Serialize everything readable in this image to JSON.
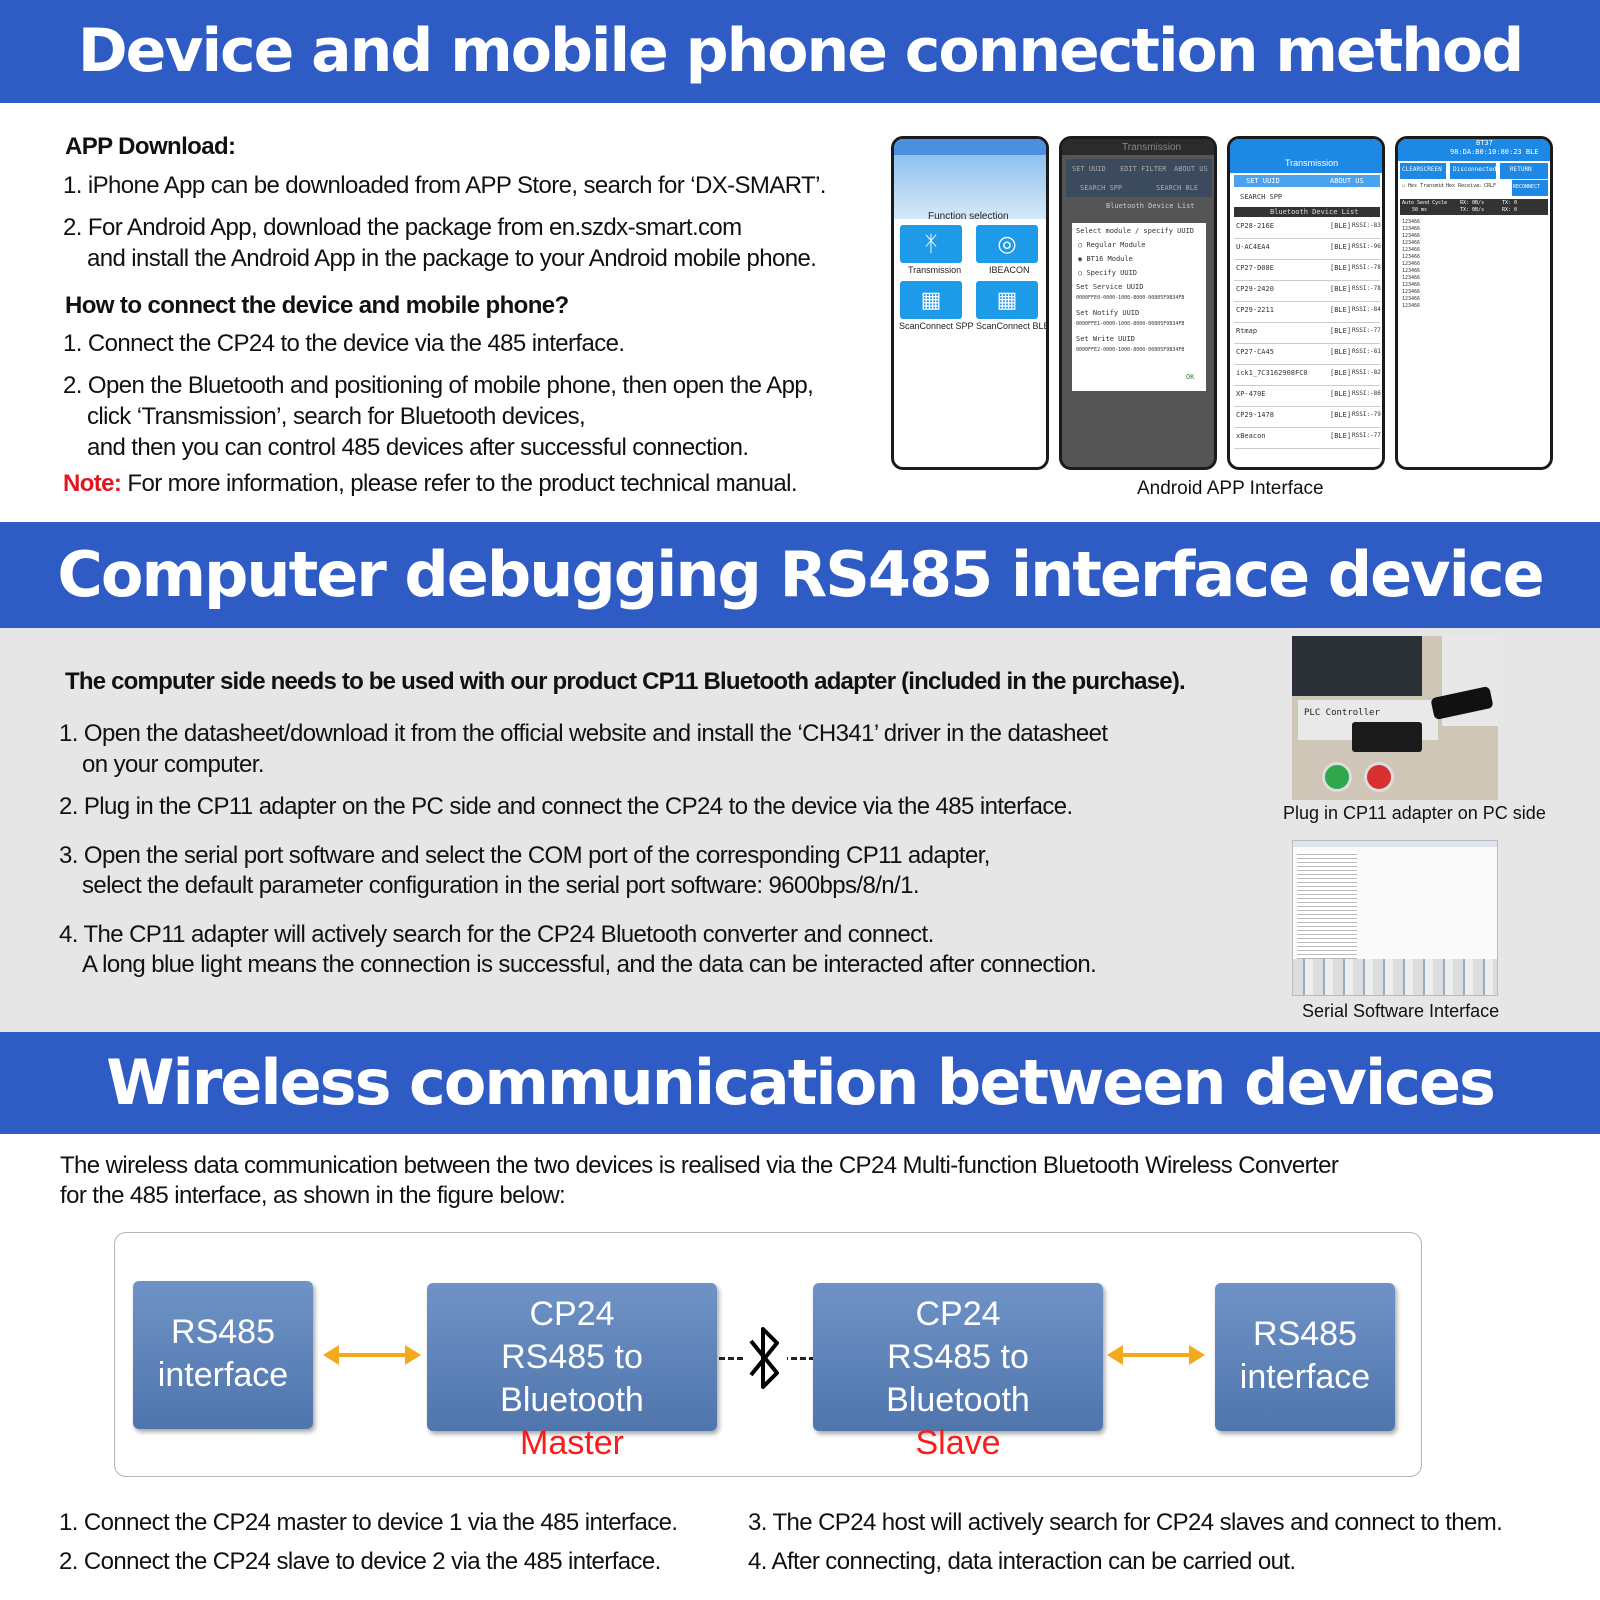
{
  "banners": {
    "device_phone": "Device and mobile phone connection method",
    "computer_debug": "Computer debugging RS485 interface device",
    "wireless": "Wireless communication between devices"
  },
  "section1": {
    "app_download_heading": "APP Download:",
    "app_item1": "1. iPhone App can be downloaded from APP Store, search for ‘DX-SMART’.",
    "app_item2_line1": "2. For Android App, download the package from en.szdx-smart.com",
    "app_item2_line2": "and install the Android App in the package to your Android mobile phone.",
    "connect_heading": "How to connect the device and mobile phone?",
    "connect_item1": "1. Connect the CP24 to the device via the 485 interface.",
    "connect_item2_line1": "2. Open the Bluetooth and positioning of mobile phone, then open the App,",
    "connect_item2_line2": "click ‘Transmission’, search for Bluetooth devices,",
    "connect_item2_line3": "and then you can control 485 devices after successful connection.",
    "note_label": "Note:",
    "note_text": " For more information, please refer to the product technical manual.",
    "android_caption": "Android APP Interface",
    "phone1": {
      "function_selection": "Function selection",
      "transmission": "Transmission",
      "ibeacon": "IBEACON",
      "scan_spp": "ScanConnect SPP",
      "scan_ble": "ScanConnect BLE"
    },
    "phone2": {
      "title": "Transmission",
      "set_uuid": "SET UUID",
      "edit_filter": "EDIT FILTER",
      "about_us": "ABOUT US",
      "search_spp": "SEARCH SPP",
      "search_ble": "SEARCH BLE",
      "list_title": "Bluetooth Device List",
      "dialog_title": "Select module / specify UUID",
      "opt1": "Regular Module",
      "opt2": "BT16 Module",
      "opt3": "Specify UUID",
      "service_uuid_label": "Set Service UUID",
      "service_uuid": "0000FFE0-0000-1000-8000-00805F9B34FB",
      "notify_uuid_label": "Set Notify UUID",
      "notify_uuid": "0000FFE1-0000-1000-8000-00805F9B34FB",
      "write_uuid_label": "Set Write UUID",
      "write_uuid": "0000FFE2-0000-1000-8000-00805F9B34FB",
      "ok": "OK"
    },
    "phone3": {
      "title": "Transmission",
      "set_uuid": "SET UUID",
      "about_us": "ABOUT US",
      "search_spp": "SEARCH SPP",
      "list_title": "Bluetooth Device List",
      "devices": [
        {
          "name": "CP28-216E",
          "tag": "[BLE]",
          "rssi": "RSSI:-83"
        },
        {
          "name": "U-AC4EA4",
          "tag": "[BLE]",
          "rssi": "RSSI:-96"
        },
        {
          "name": "CP27-D08E",
          "tag": "[BLE]",
          "rssi": "RSSI:-78"
        },
        {
          "name": "CP29-2420",
          "tag": "[BLE]",
          "rssi": "RSSI:-78"
        },
        {
          "name": "CP29-2211",
          "tag": "[BLE]",
          "rssi": "RSSI:-84"
        },
        {
          "name": "Rtmap",
          "tag": "[BLE]",
          "rssi": "RSSI:-77"
        },
        {
          "name": "CP27-CA45",
          "tag": "[BLE]",
          "rssi": "RSSI:-81"
        },
        {
          "name": "ick1_7C3162908FC0",
          "tag": "[BLE]",
          "rssi": "RSSI:-82"
        },
        {
          "name": "XP-470E",
          "tag": "[BLE]",
          "rssi": "RSSI:-86"
        },
        {
          "name": "CP29-1478",
          "tag": "[BLE]",
          "rssi": "RSSI:-79"
        },
        {
          "name": "xBeacon",
          "tag": "[BLE]",
          "rssi": "RSSI:-77"
        }
      ]
    },
    "phone4": {
      "device": "BT37",
      "mac": "98:DA:B0:10:80:23",
      "mode": "BLE",
      "clear": "CLEARSCREEN",
      "disconnected": "Disconnected",
      "return": "RETURN",
      "hex_transmit": "Hex Transmit",
      "hex_receive": "Hex Receive",
      "crlf": "CRLF",
      "reconnect": "RECONNECT",
      "auto_send": "Auto Send Cycle",
      "cycle": "50 ms",
      "rx": "RX: 0B/s",
      "tx": "TX: 0B/s",
      "tx0": "TX: 0",
      "rx0": "RX: 0",
      "data_line": "123466"
    }
  },
  "section2": {
    "intro": "The computer side needs to be used with our product CP11 Bluetooth adapter (included in the purchase).",
    "item1_line1": "1. Open the datasheet/download it from the official website and install the ‘CH341’ driver in the datasheet",
    "item1_line2": "on your computer.",
    "item2": "2. Plug in the CP11 adapter on the PC side and connect the CP24 to the device via the 485 interface.",
    "item3_line1": "3. Open the serial port software and select the COM port of the corresponding CP11 adapter,",
    "item3_line2": "select the default parameter configuration in the serial port software: 9600bps/8/n/1.",
    "item4_line1": "4. The CP11 adapter will actively search for the CP24 Bluetooth converter and connect.",
    "item4_line2": "A long blue light means the connection is successful, and the data can be interacted after connection.",
    "plc_label": "PLC Controller",
    "plc_caption": "Plug in CP11 adapter on PC side",
    "serial_caption": "Serial Software Interface"
  },
  "section3": {
    "intro_line1": "The wireless data communication between the two devices is realised via the CP24 Multi-function Bluetooth Wireless Converter",
    "intro_line2": "for the 485 interface, as shown in the figure below:",
    "left_box_line1": "RS485",
    "left_box_line2": "interface",
    "master_line1": "CP24",
    "master_line2": "RS485 to Bluetooth",
    "master_role": "Master",
    "slave_line1": "CP24",
    "slave_line2": "RS485 to Bluetooth",
    "slave_role": "Slave",
    "right_box_line1": "RS485",
    "right_box_line2": "interface",
    "step1": "1.  Connect the CP24 master to device 1 via the 485 interface.",
    "step2": "2.  Connect the CP24 slave to device 2 via the 485 interface.",
    "step3": "3.  The CP24 host will actively search for CP24 slaves and connect to them.",
    "step4": "4.   After connecting, data interaction can be carried out."
  },
  "colors": {
    "banner": "#2f5cc4",
    "accent_red": "#e4161d",
    "arrow": "#f3a91b",
    "box": "#5a7fb6"
  }
}
